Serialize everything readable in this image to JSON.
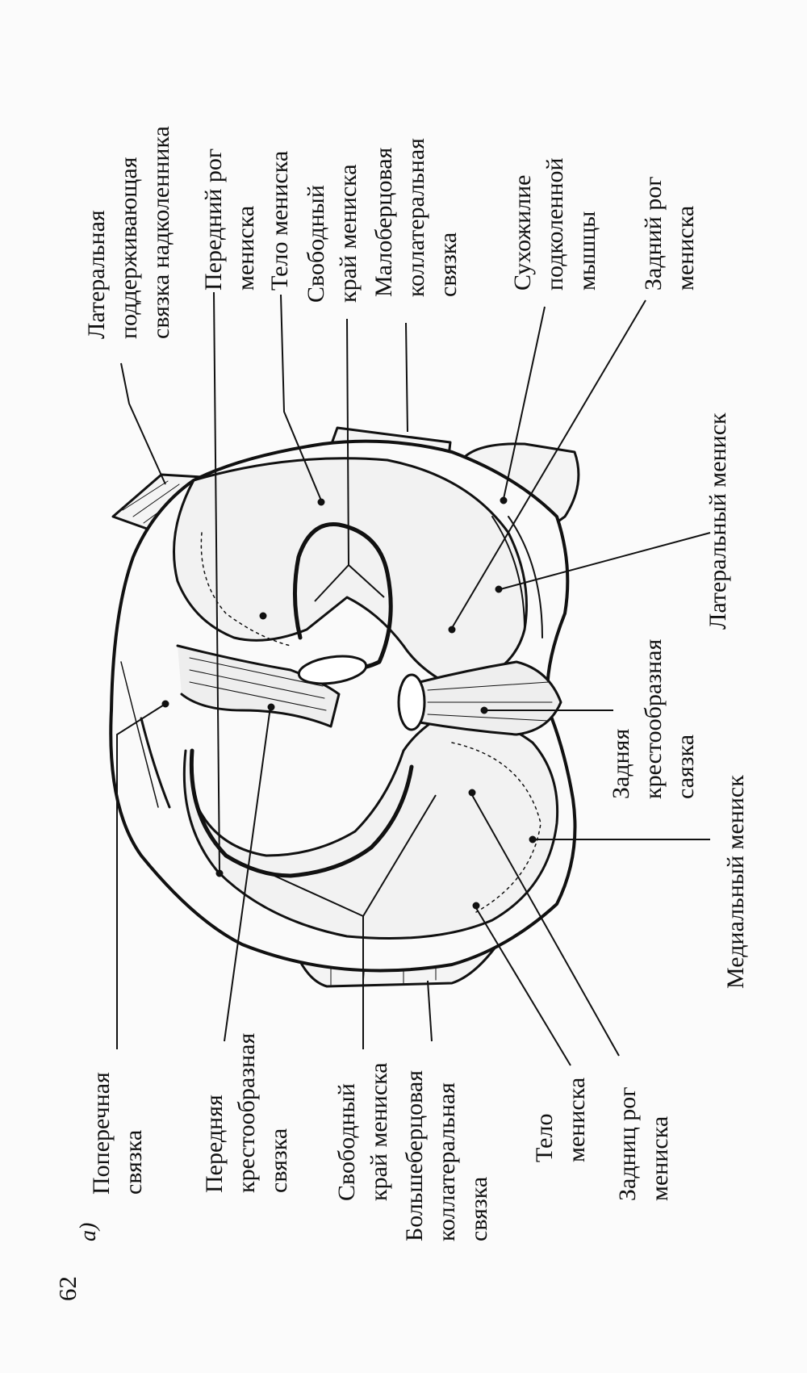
{
  "page": {
    "number": "62",
    "panel": "а)"
  },
  "labels": {
    "lat_retinaculum": [
      "Латеральная",
      "поддерживающая",
      "связка надколенника"
    ],
    "ant_horn_lat": [
      "Передний рог",
      "мениска"
    ],
    "body_lat": [
      "Тело мениска"
    ],
    "free_edge_lat": [
      "Свободный",
      "край мениска"
    ],
    "fibular_collateral": [
      "Малоберцовая",
      "коллатеральная",
      "связка"
    ],
    "popliteus_tendon": [
      "Сухожилие",
      "подколенной",
      "мышцы"
    ],
    "post_horn_lat": [
      "Задний рог",
      "мениска"
    ],
    "lateral_meniscus": [
      "Латеральный мениск"
    ],
    "posterior_cruciate": [
      "Задняя",
      "крестообразная",
      "саязка"
    ],
    "medial_meniscus": [
      "Медиальный мениск"
    ],
    "transverse": [
      "Поперечная",
      "связка"
    ],
    "anterior_cruciate": [
      "Передняя",
      "крестообразная",
      "связка"
    ],
    "free_edge_med": [
      "Свободный",
      "край мениска"
    ],
    "tibial_collateral": [
      "Большеберцовая",
      "коллатеральная",
      "связка"
    ],
    "body_med": [
      "Тело",
      "мениска"
    ],
    "post_horn_med": [
      "Задниц рог",
      "мениска"
    ]
  }
}
